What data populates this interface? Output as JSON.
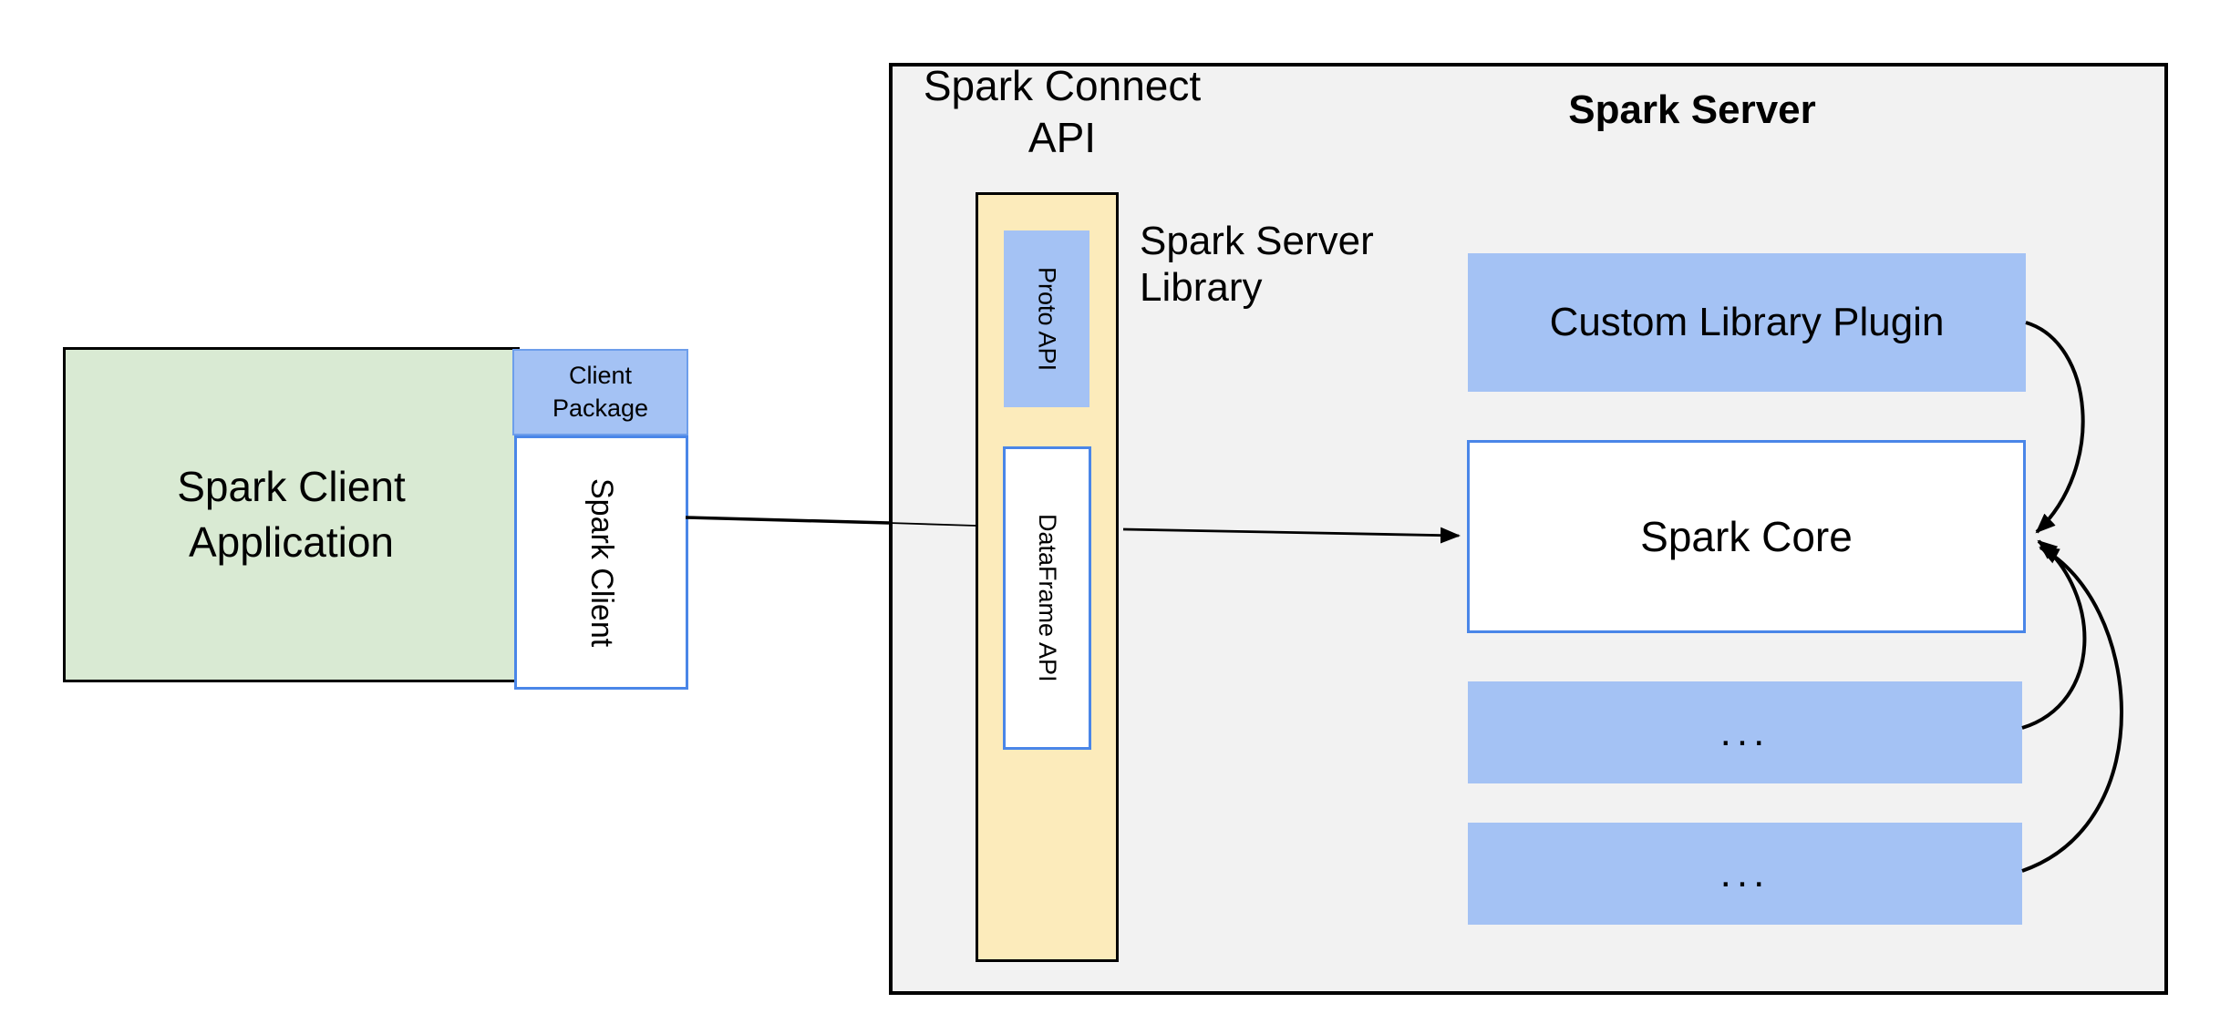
{
  "diagram": {
    "client": {
      "app_line1": "Spark Client",
      "app_line2": "Application",
      "package_line1": "Client",
      "package_line2": "Package",
      "spark_client_label": "Spark Client"
    },
    "connect_api": {
      "title_line1": "Spark Connect",
      "title_line2": "API",
      "proto_api_label": "Proto API",
      "dataframe_api_label": "DataFrame API",
      "server_library_line1": "Spark Server",
      "server_library_line2": "Library"
    },
    "server": {
      "title": "Spark Server",
      "plugin_label": "Custom Library Plugin",
      "core_label": "Spark Core",
      "ellipsis_box_1": "...",
      "ellipsis_box_2": "..."
    },
    "colors": {
      "client_app_fill": "#d9ead3",
      "blue_fill": "#a4c2f4",
      "blue_border": "#6d9eeb",
      "white_box_border": "#4a86e8",
      "yellow_fill": "#fcebbb",
      "container_fill": "#f2f2f2",
      "line_color": "#000000",
      "background": "#ffffff"
    }
  }
}
